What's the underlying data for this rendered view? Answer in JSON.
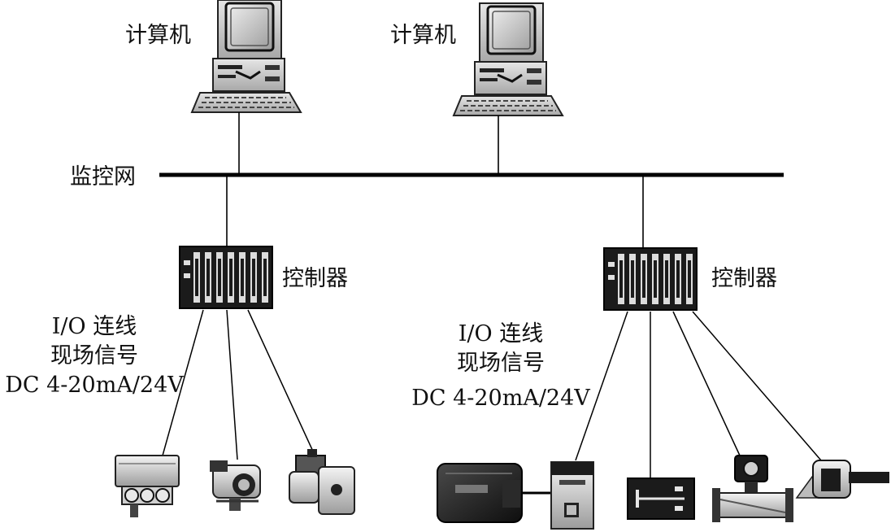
{
  "labels": {
    "computer_left": "计算机",
    "computer_right": "计算机",
    "network": "监控网",
    "controller_left": "控制器",
    "controller_right": "控制器",
    "io_left": {
      "line1": "I/O 连线",
      "line2": "现场信号",
      "line3": "DC 4-20mA/24V"
    },
    "io_right": {
      "line1": "I/O 连线",
      "line2": "现场信号",
      "line3": "DC 4-20mA/24V"
    }
  },
  "colors": {
    "line": "#000000",
    "device_dark": "#1b1b1b",
    "device_mid": "#8a8a8a",
    "device_light": "#d8d8d8"
  }
}
